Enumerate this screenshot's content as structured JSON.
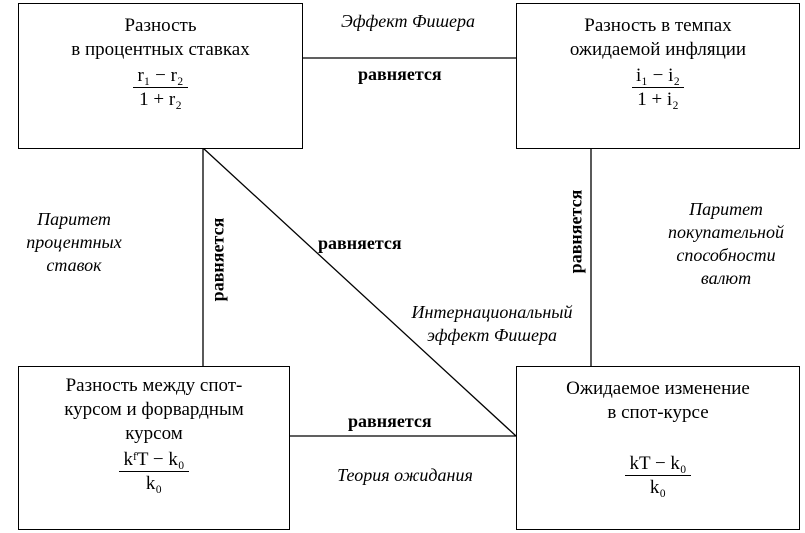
{
  "boxes": {
    "top_left": {
      "line1": "Разность",
      "line2": "в процентных ставках",
      "num": "r₁ − r₂",
      "den": "1 + r₂"
    },
    "top_right": {
      "line1": "Разность в темпах",
      "line2": "ожидаемой инфляции",
      "num": "i₁ − i₂",
      "den": "1 + i₂"
    },
    "bottom_left": {
      "line1": "Разность между спот-",
      "line2": "курсом и форвардным",
      "line3": "курсом",
      "num": "kᶠT − k₀",
      "den": "k₀"
    },
    "bottom_right": {
      "line1": "Ожидаемое изменение",
      "line2": "в спот-курсе",
      "num": "kT − k₀",
      "den": "k₀"
    }
  },
  "labels": {
    "fisher_effect": "Эффект Фишера",
    "interest_parity": [
      "Паритет",
      "процентных",
      "ставок"
    ],
    "ppp": [
      "Паритет",
      "покупательной",
      "способности",
      "валют"
    ],
    "international_fisher": [
      "Интернациональный",
      "эффект Фишера"
    ],
    "expectations_theory": "Теория ожидания"
  },
  "equals": {
    "top": "равняется",
    "left": "равняется",
    "diagonal": "равняется",
    "right": "равняется",
    "bottom": "равняется"
  }
}
